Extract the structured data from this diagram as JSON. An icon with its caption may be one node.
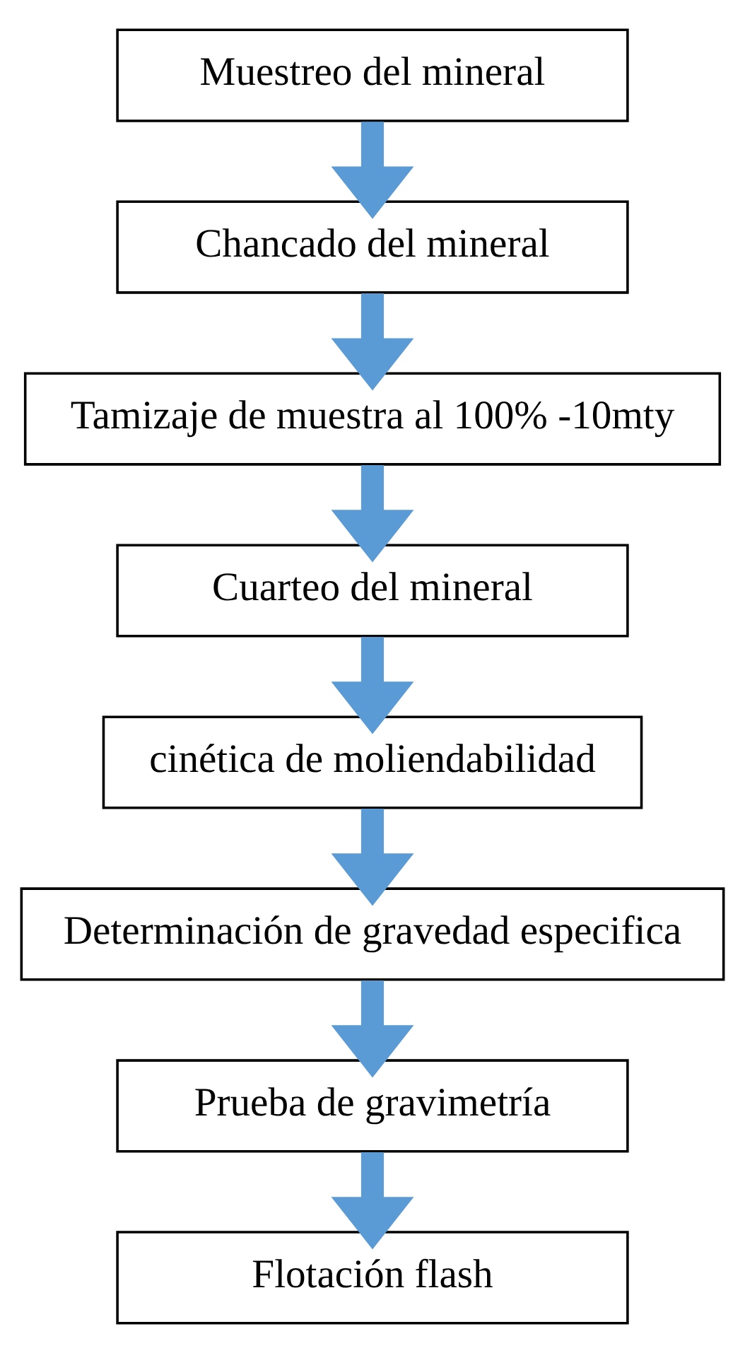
{
  "diagram": {
    "nodes": [
      {
        "text": [
          "Muestreo del mineral"
        ]
      },
      {
        "text": [
          "Chancado del mineral"
        ]
      },
      {
        "text": [
          "Tamizaje de muestra al 100% -10mty"
        ]
      },
      {
        "text": [
          "Cuarteo del mineral"
        ]
      },
      {
        "text": [
          "cinética de moliendabilidad"
        ]
      },
      {
        "text": [
          "Determinación de gravedad especifica"
        ]
      },
      {
        "text": [
          "Prueba de gravimetría"
        ]
      },
      {
        "text": [
          "Flotación flash"
        ]
      }
    ],
    "edges": [
      {
        "from": 0,
        "to": 1,
        "arrow": "to"
      },
      {
        "from": 1,
        "to": 2,
        "arrow": "to"
      },
      {
        "from": 2,
        "to": 3,
        "arrow": "to"
      },
      {
        "from": 3,
        "to": 4,
        "arrow": "to"
      },
      {
        "from": 4,
        "to": 5,
        "arrow": "to"
      },
      {
        "from": 5,
        "to": 6,
        "arrow": "to"
      },
      {
        "from": 6,
        "to": 7,
        "arrow": "to"
      }
    ]
  }
}
